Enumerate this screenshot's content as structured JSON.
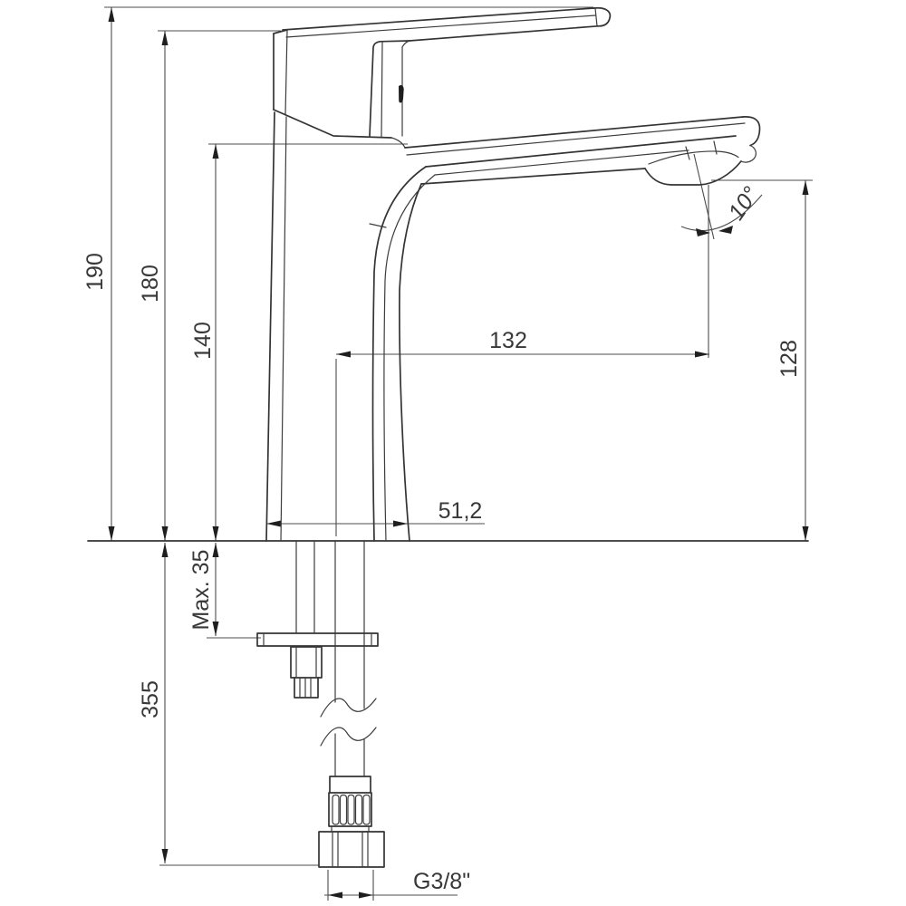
{
  "drawing": {
    "subject": "single-lever basin mixer tap, side view technical drawing with installation dimensions",
    "background_color": "#ffffff",
    "object_line_color": "#343434",
    "dimension_line_color": "#4d4d4d",
    "dims": {
      "total_height": "190",
      "handle_height": "180",
      "spout_top_height": "140",
      "spout_reach": "132",
      "outlet_height": "128",
      "base_width": "51,2",
      "max_deck_thickness": "Max. 35",
      "hose_length": "355",
      "connection_thread": "G3/8\"",
      "outlet_angle": "10°"
    }
  }
}
